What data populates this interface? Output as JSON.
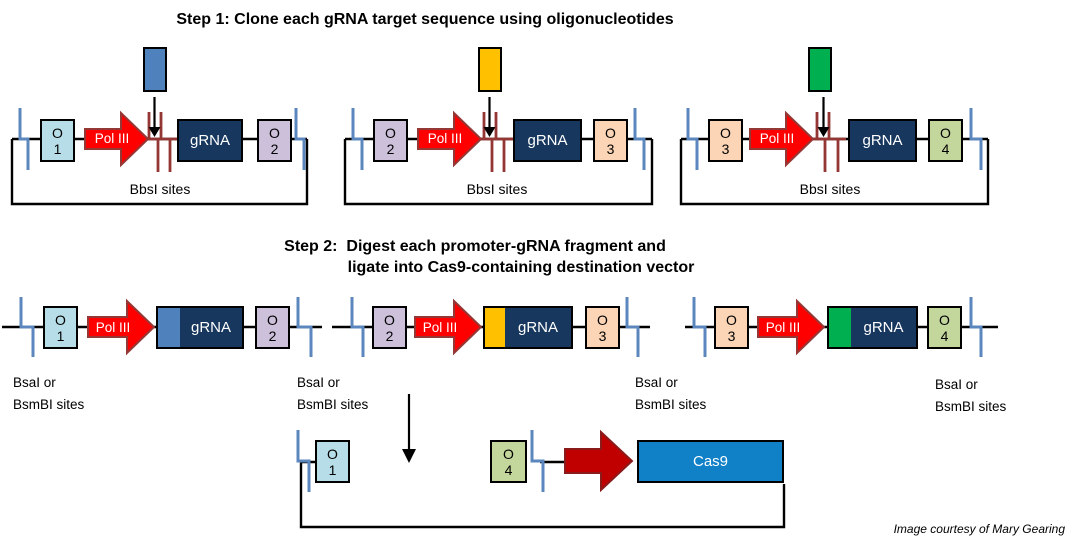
{
  "titles": {
    "step1": "Step 1: Clone each gRNA target sequence using oligonucleotides",
    "step2_line1": "Step 2:  Digest each promoter-gRNA fragment and",
    "step2_line2": "ligate into Cas9-containing destination vector"
  },
  "labels": {
    "promoter": "Pol III",
    "gene": "gRNA",
    "cas9": "Cas9",
    "bbsi_sites": "BbsI sites",
    "bsai_line1": "BsaI or",
    "bsai_line2": "BsmBI sites"
  },
  "oligos": {
    "o1": {
      "letter": "O",
      "number": "1"
    },
    "o2": {
      "letter": "O",
      "number": "2"
    },
    "o3": {
      "letter": "O",
      "number": "3"
    },
    "o4": {
      "letter": "O",
      "number": "4"
    }
  },
  "colors": {
    "grna_target_blue": "#4F81BD",
    "grna_target_yellow": "#FFC000",
    "grna_target_green": "#00B050",
    "oligo_o1_fill": "#B7DEE8",
    "oligo_o2_fill": "#CCC0DA",
    "oligo_o3_fill": "#FBD5B5",
    "oligo_o4_fill": "#C3D69B",
    "grna_box_fill": "#17375E",
    "pol_iii_fill": "#FF0000",
    "cas9_fill": "#1080C7",
    "ligation_arrow_fill": "#C00000",
    "sticky_end_blue": "#5B87BE",
    "cut_site_red": "#943634"
  },
  "attribution": "Image courtesy of Mary Gearing"
}
